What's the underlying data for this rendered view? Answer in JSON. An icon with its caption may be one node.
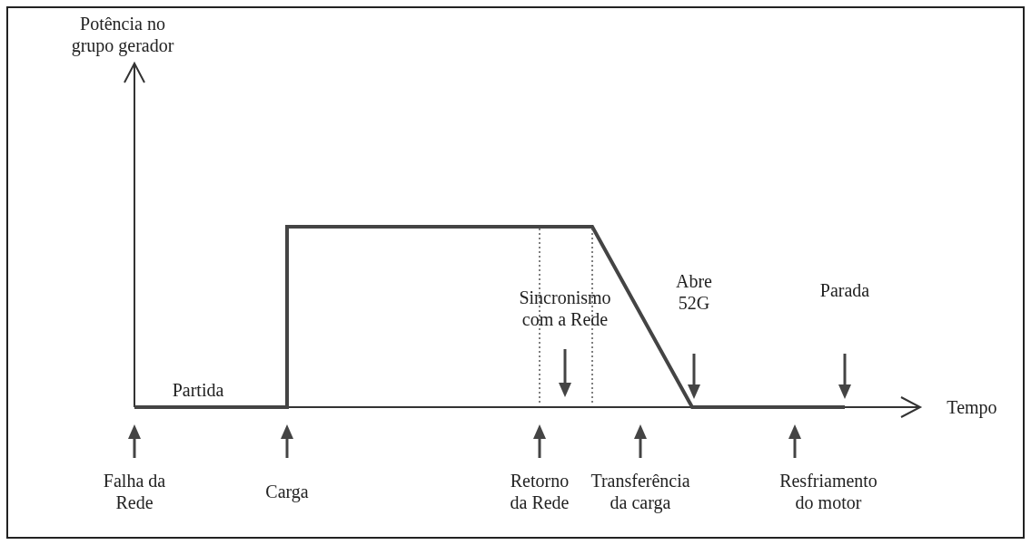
{
  "diagram": {
    "labels": [
      "Potência no grupo gerador",
      "Sincronismo com a Rede",
      "Abre 52G",
      "Parada",
      "Partida",
      "Tempo",
      "Falha da Rede",
      "Carga",
      "Retorno da Rede",
      "Transferência da carga",
      "Resfriamento do motor"
    ]
  }
}
